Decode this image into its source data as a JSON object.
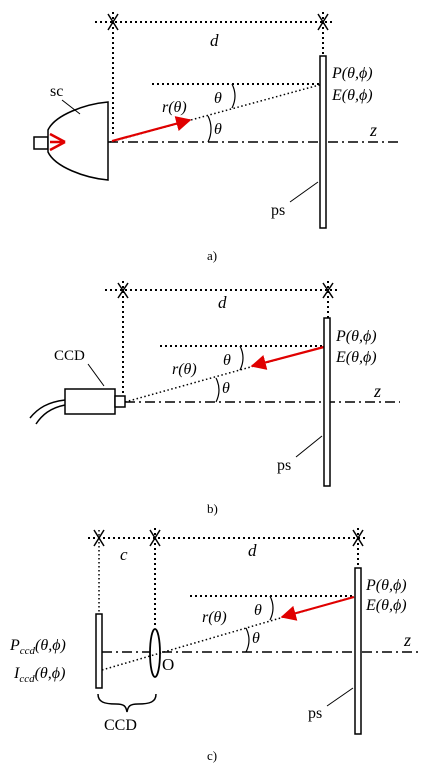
{
  "panel_a": {
    "caption": "a)",
    "dist": "d",
    "source": "sc",
    "radius": "r(θ)",
    "angle_top": "θ",
    "angle_bottom": "θ",
    "point": "P(θ,ϕ)",
    "field": "E(θ,ϕ)",
    "axis": "z",
    "screen": "ps"
  },
  "panel_b": {
    "caption": "b)",
    "dist": "d",
    "camera": "CCD",
    "radius": "r(θ)",
    "angle_top": "θ",
    "angle_bottom": "θ",
    "point": "P(θ,ϕ)",
    "field": "E(θ,ϕ)",
    "axis": "z",
    "screen": "ps"
  },
  "panel_c": {
    "caption": "c)",
    "dist_c": "c",
    "dist_d": "d",
    "radius": "r(θ)",
    "angle_top": "θ",
    "angle_bottom": "θ",
    "point": "P(θ,ϕ)",
    "field": "E(θ,ϕ)",
    "axis": "z",
    "screen": "ps",
    "lens": "O",
    "p_ccd_base": "P",
    "p_ccd_sub": "ccd",
    "p_ccd_args": "(θ,ϕ)",
    "i_ccd_base": "I",
    "i_ccd_sub": "ccd",
    "i_ccd_args": "(θ,ϕ)",
    "ccd_label": "CCD"
  }
}
